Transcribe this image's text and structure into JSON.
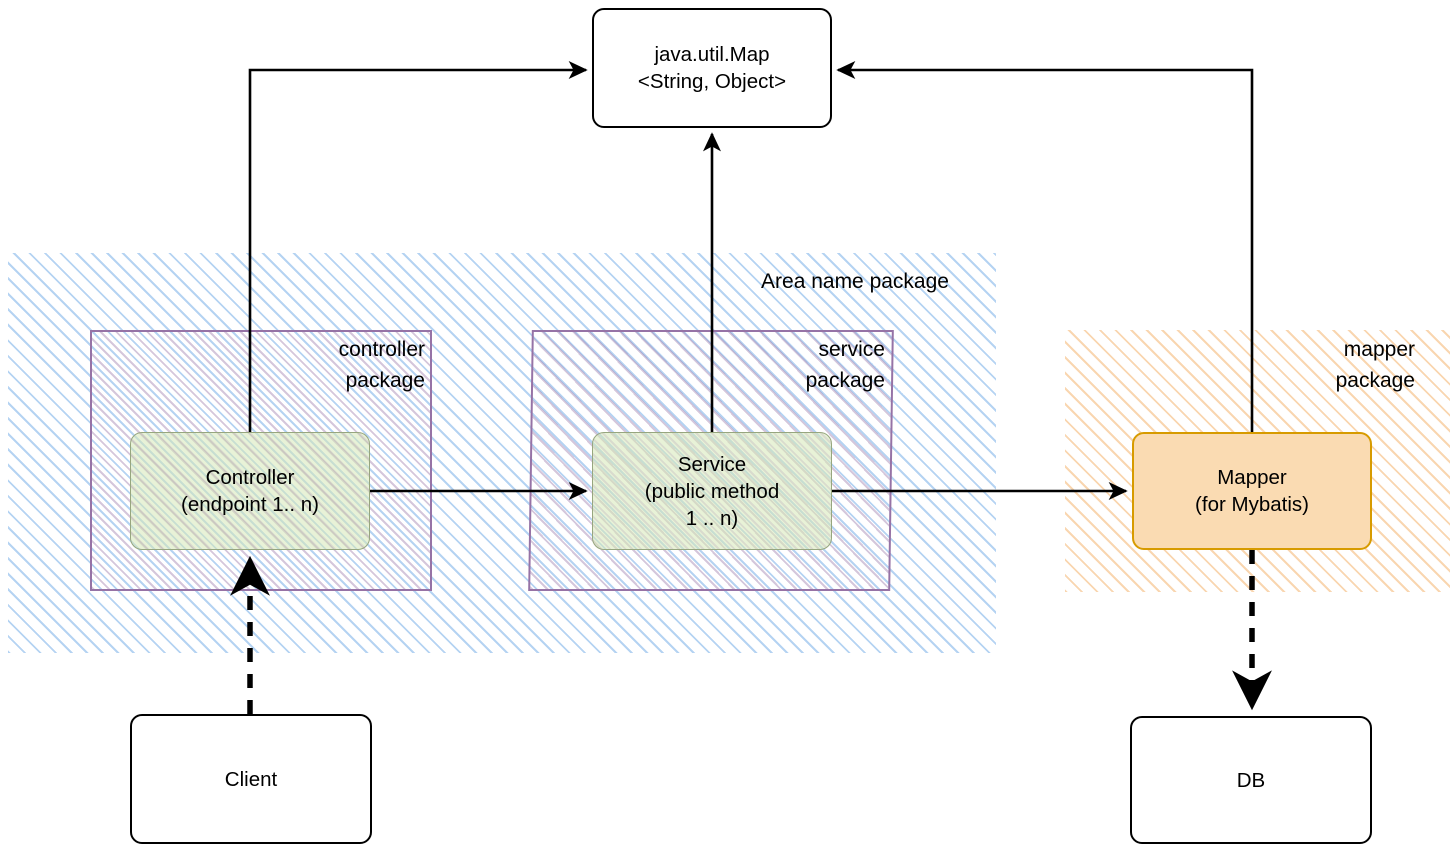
{
  "diagram": {
    "title_region_label": "Area name package",
    "nodes": {
      "map": {
        "label": "java.util.Map\n<String, Object>",
        "fill": "#ffffff",
        "stroke": "#000000"
      },
      "controller": {
        "label": "Controller\n(endpoint 1.. n)",
        "fill": "#d5e8d4",
        "stroke": "#97a67f"
      },
      "service": {
        "label": "Service\n(public method\n1 .. n)",
        "fill": "#d5e8d4",
        "stroke": "#97a67f"
      },
      "mapper": {
        "label": "Mapper\n(for Mybatis)",
        "fill": "#fadbb2",
        "stroke": "#d79b00"
      },
      "client": {
        "label": "Client",
        "fill": "#ffffff",
        "stroke": "#000000"
      },
      "db": {
        "label": "DB",
        "fill": "#ffffff",
        "stroke": "#000000"
      }
    },
    "packages": {
      "controller": {
        "label": "controller\npackage",
        "stroke": "#9673a6"
      },
      "service": {
        "label": "service\npackage",
        "stroke": "#9673a6"
      },
      "mapper": {
        "label": "mapper\npackage",
        "hatch": "#f2aa5a"
      }
    },
    "regions": {
      "area_name": {
        "label": "Area name package",
        "hatch": "#6ca8e6"
      }
    },
    "edges": [
      {
        "name": "controller-to-map",
        "from": "controller",
        "to": "map",
        "style": "solid",
        "arrow": "end"
      },
      {
        "name": "service-to-map",
        "from": "service",
        "to": "map",
        "style": "solid",
        "arrow": "end"
      },
      {
        "name": "mapper-to-map",
        "from": "mapper",
        "to": "map",
        "style": "solid",
        "arrow": "end"
      },
      {
        "name": "controller-to-service",
        "from": "controller",
        "to": "service",
        "style": "solid",
        "arrow": "end"
      },
      {
        "name": "service-to-mapper",
        "from": "service",
        "to": "mapper",
        "style": "solid",
        "arrow": "end"
      },
      {
        "name": "client-to-controller",
        "from": "client",
        "to": "controller",
        "style": "dashed",
        "arrow": "end"
      },
      {
        "name": "mapper-to-db",
        "from": "mapper",
        "to": "db",
        "style": "dashed",
        "arrow": "end"
      }
    ]
  }
}
